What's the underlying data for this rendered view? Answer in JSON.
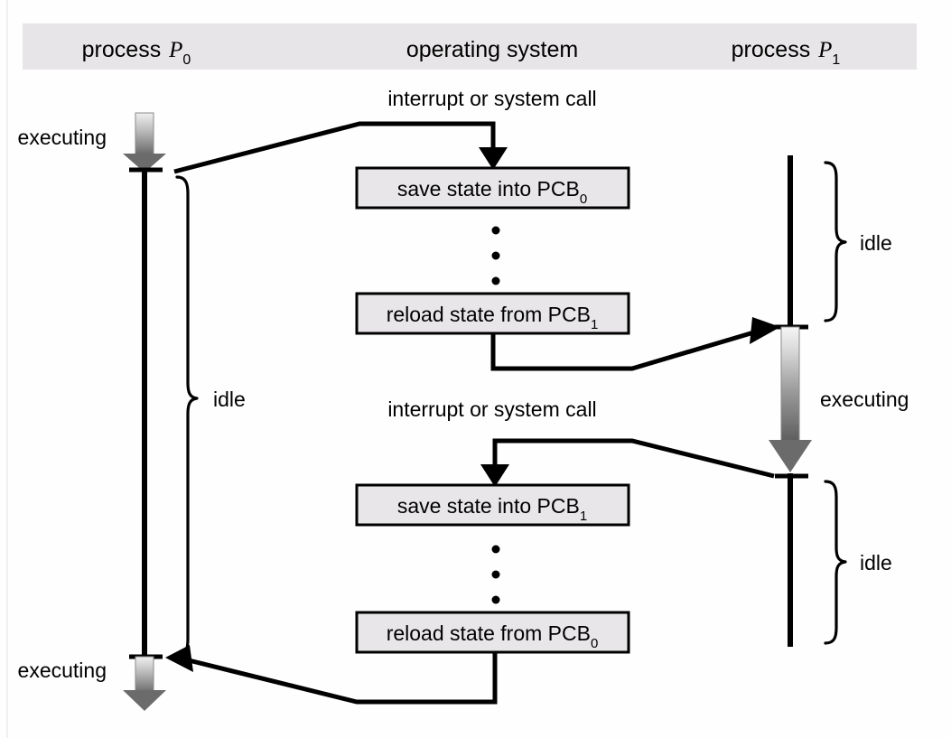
{
  "header": {
    "band_color": "#e7e5e7",
    "columns": [
      {
        "name": "process-p0",
        "label": "process ",
        "var": "P",
        "sub": "0"
      },
      {
        "name": "operating-system",
        "label": "operating system",
        "var": "",
        "sub": ""
      },
      {
        "name": "process-p1",
        "label": "process ",
        "var": "P",
        "sub": "1"
      }
    ]
  },
  "os_events": [
    {
      "id": "interrupt-1",
      "label": "interrupt or system call"
    },
    {
      "id": "interrupt-2",
      "label": "interrupt or system call"
    }
  ],
  "os_boxes": [
    {
      "id": "save-state-pcb0",
      "label": "save state into PCB",
      "sub": "0"
    },
    {
      "id": "reload-state-pcb1",
      "label": "reload state from PCB",
      "sub": "1"
    },
    {
      "id": "save-state-pcb1",
      "label": "save state into PCB",
      "sub": "1"
    },
    {
      "id": "reload-state-pcb0",
      "label": "reload state from PCB",
      "sub": "0"
    }
  ],
  "p0_timeline": {
    "states": [
      {
        "id": "p0-executing-top",
        "label": "executing"
      },
      {
        "id": "p0-idle",
        "label": "idle"
      },
      {
        "id": "p0-executing-bottom",
        "label": "executing"
      }
    ]
  },
  "p1_timeline": {
    "states": [
      {
        "id": "p1-idle-top",
        "label": "idle"
      },
      {
        "id": "p1-executing",
        "label": "executing"
      },
      {
        "id": "p1-idle-bottom",
        "label": "idle"
      }
    ]
  },
  "colors": {
    "background": "#fefefe",
    "header_band": "#e7e5e7",
    "box_fill": "#e8e6e9",
    "stroke": "#000000",
    "gradient_light": "#f2f2f2",
    "gradient_dark": "#595959"
  },
  "ellipsis_glyph": "vertical-ellipsis"
}
